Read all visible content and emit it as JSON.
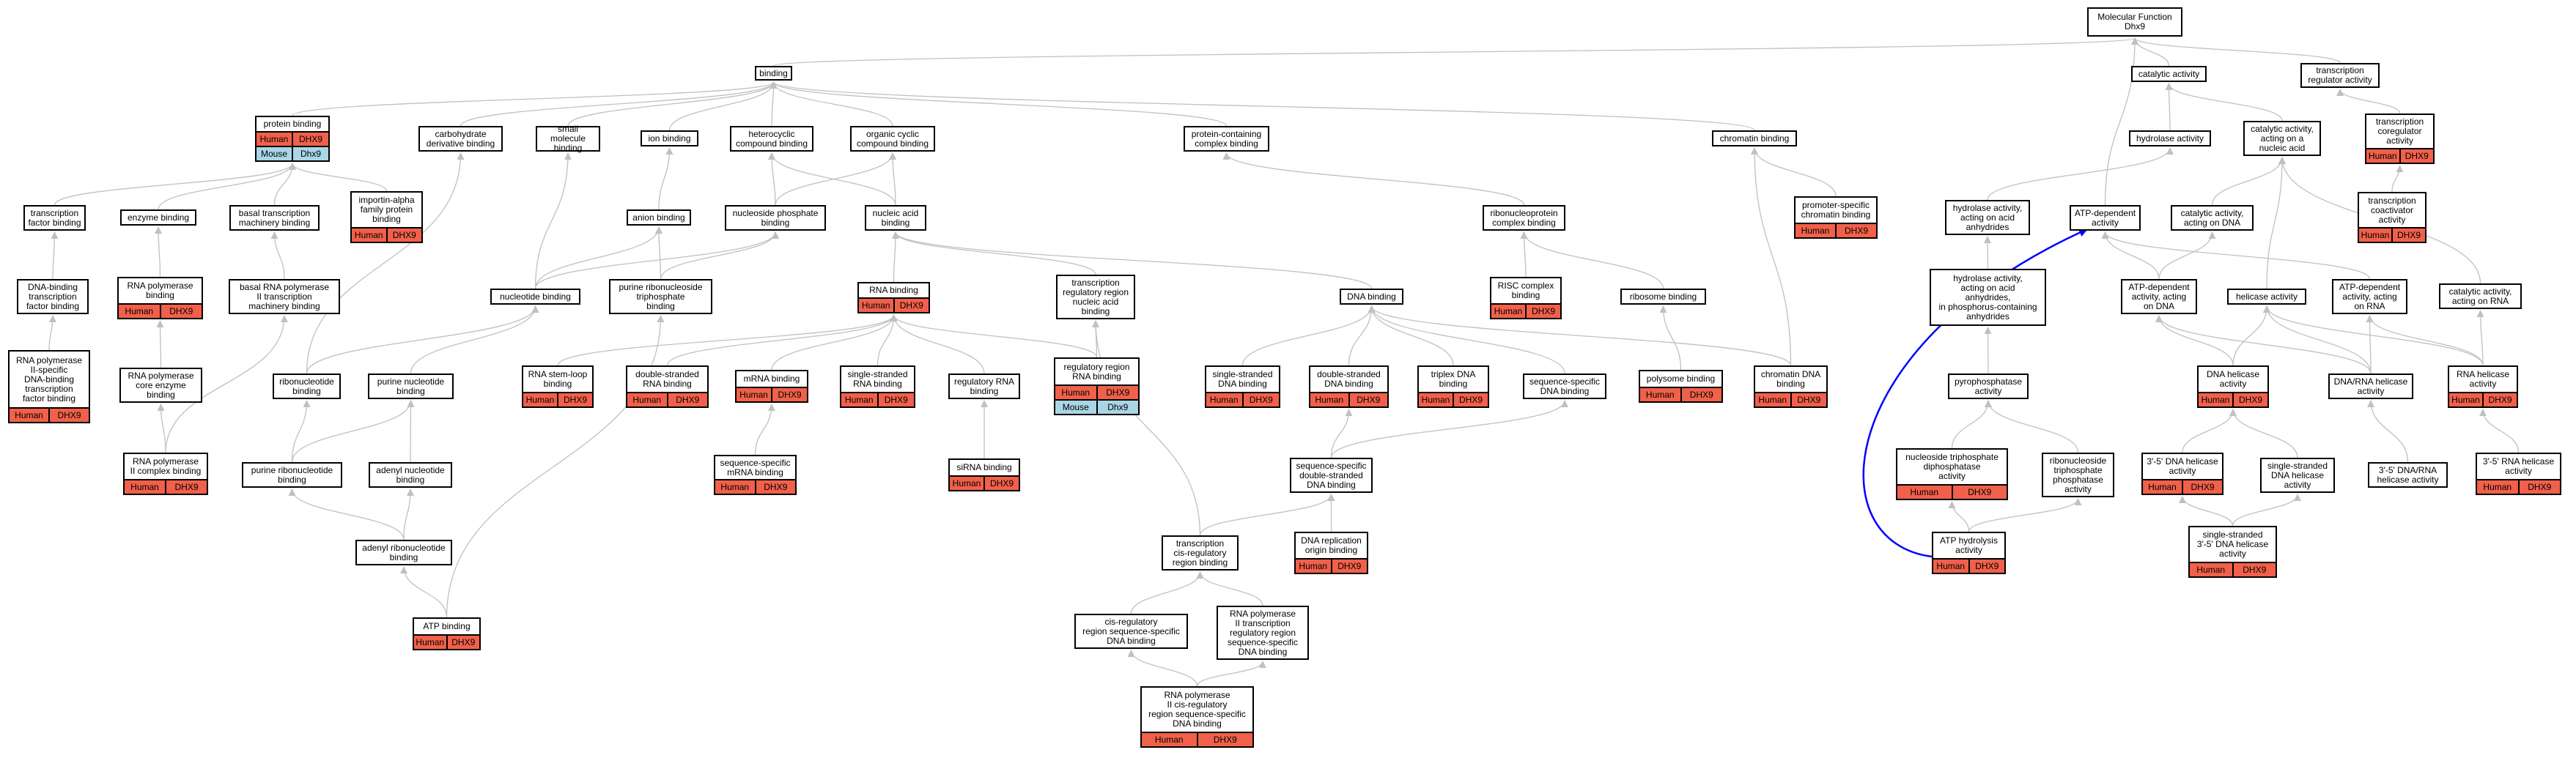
{
  "colors": {
    "human": "#f0604a",
    "mouse": "#a9d6e5",
    "edge": "#c0c0c0",
    "highlight_edge": "#0000ff",
    "border": "#000000"
  },
  "nodes": {
    "mf_root": {
      "label": "Molecular Function\nDhx9"
    },
    "binding": {
      "label": "binding"
    },
    "catalytic_activity": {
      "label": "catalytic activity"
    },
    "transcription_regulator_activity": {
      "label": "transcription\nregulator activity"
    },
    "protein_binding": {
      "label": "protein binding",
      "annotations": [
        [
          "Human",
          "DHX9"
        ],
        [
          "Mouse",
          "Dhx9"
        ]
      ]
    },
    "carbohydrate_derivative_binding": {
      "label": "carbohydrate\nderivative binding"
    },
    "small_molecule_binding": {
      "label": "small molecule\nbinding"
    },
    "ion_binding": {
      "label": "ion binding"
    },
    "heterocyclic_compound_binding": {
      "label": "heterocyclic\ncompound binding"
    },
    "organic_cyclic_compound_binding": {
      "label": "organic cyclic\ncompound binding"
    },
    "protein_containing_complex_binding": {
      "label": "protein-containing\ncomplex binding"
    },
    "chromatin_binding": {
      "label": "chromatin binding"
    },
    "hydrolase_activity": {
      "label": "hydrolase activity"
    },
    "catalytic_activity_on_nucleic_acid": {
      "label": "catalytic activity,\nacting on a\nnucleic acid"
    },
    "transcription_coregulator_activity": {
      "label": "transcription\ncoregulator\nactivity",
      "annotations": [
        [
          "Human",
          "DHX9"
        ]
      ]
    },
    "transcription_factor_binding": {
      "label": "transcription\nfactor binding"
    },
    "enzyme_binding": {
      "label": "enzyme binding"
    },
    "basal_transcription_machinery_binding": {
      "label": "basal transcription\nmachinery binding"
    },
    "importin_alpha_family_protein_binding": {
      "label": "importin-alpha\nfamily protein\nbinding",
      "annotations": [
        [
          "Human",
          "DHX9"
        ]
      ]
    },
    "anion_binding": {
      "label": "anion binding"
    },
    "nucleoside_phosphate_binding": {
      "label": "nucleoside phosphate\nbinding"
    },
    "nucleic_acid_binding": {
      "label": "nucleic acid\nbinding"
    },
    "ribonucleoprotein_complex_binding": {
      "label": "ribonucleoprotein\ncomplex binding"
    },
    "promoter_specific_chromatin_binding": {
      "label": "promoter-specific\nchromatin binding",
      "annotations": [
        [
          "Human",
          "DHX9"
        ]
      ]
    },
    "hydrolase_activity_on_acid_anhydrides": {
      "label": "hydrolase activity,\nacting on acid\nanhydrides"
    },
    "atp_dependent_activity": {
      "label": "ATP-dependent\nactivity"
    },
    "catalytic_activity_on_dna": {
      "label": "catalytic activity,\nacting on DNA"
    },
    "transcription_coactivator_activity": {
      "label": "transcription\ncoactivator\nactivity",
      "annotations": [
        [
          "Human",
          "DHX9"
        ]
      ]
    },
    "dna_binding_tf_binding": {
      "label": "DNA-binding\ntranscription\nfactor binding"
    },
    "rna_polymerase_binding": {
      "label": "RNA polymerase\nbinding",
      "annotations": [
        [
          "Human",
          "DHX9"
        ]
      ]
    },
    "basal_rna_pol_ii_tmb": {
      "label": "basal RNA polymerase\nII transcription\nmachinery binding"
    },
    "nucleotide_binding": {
      "label": "nucleotide binding"
    },
    "purine_ribonucleoside_triphosphate_binding": {
      "label": "purine ribonucleoside\ntriphosphate\nbinding"
    },
    "rna_binding": {
      "label": "RNA binding",
      "annotations": [
        [
          "Human",
          "DHX9"
        ]
      ]
    },
    "transcription_regulatory_region_nucleic_acid_binding": {
      "label": "transcription\nregulatory region\nnucleic acid\nbinding"
    },
    "dna_binding": {
      "label": "DNA binding"
    },
    "risc_complex_binding": {
      "label": "RISC complex\nbinding",
      "annotations": [
        [
          "Human",
          "DHX9"
        ]
      ]
    },
    "ribosome_binding": {
      "label": "ribosome binding"
    },
    "hydrolase_activity_phosphorus_anhydrides": {
      "label": "hydrolase activity,\nacting on acid\nanhydrides,\nin phosphorus-containing\nanhydrides"
    },
    "atp_dependent_activity_on_dna": {
      "label": "ATP-dependent\nactivity, acting\non DNA"
    },
    "helicase_activity": {
      "label": "helicase activity"
    },
    "atp_dependent_activity_on_rna": {
      "label": "ATP-dependent\nactivity, acting\non RNA"
    },
    "catalytic_activity_on_rna": {
      "label": "catalytic activity,\nacting on RNA"
    },
    "rna_pol_ii_specific_dna_binding_tf_binding": {
      "label": "RNA polymerase\nII-specific\nDNA-binding\ntranscription\nfactor binding",
      "annotations": [
        [
          "Human",
          "DHX9"
        ]
      ]
    },
    "rna_polymerase_core_enzyme_binding": {
      "label": "RNA polymerase\ncore enzyme\nbinding"
    },
    "ribonucleotide_binding": {
      "label": "ribonucleotide\nbinding"
    },
    "purine_nucleotide_binding": {
      "label": "purine nucleotide\nbinding"
    },
    "rna_stem_loop_binding": {
      "label": "RNA stem-loop\nbinding",
      "annotations": [
        [
          "Human",
          "DHX9"
        ]
      ]
    },
    "double_stranded_rna_binding": {
      "label": "double-stranded\nRNA binding",
      "annotations": [
        [
          "Human",
          "DHX9"
        ]
      ]
    },
    "mrna_binding": {
      "label": "mRNA binding",
      "annotations": [
        [
          "Human",
          "DHX9"
        ]
      ]
    },
    "single_stranded_rna_binding": {
      "label": "single-stranded\nRNA binding",
      "annotations": [
        [
          "Human",
          "DHX9"
        ]
      ]
    },
    "regulatory_rna_binding": {
      "label": "regulatory RNA\nbinding"
    },
    "regulatory_region_rna_binding": {
      "label": "regulatory region\nRNA binding",
      "annotations": [
        [
          "Human",
          "DHX9"
        ],
        [
          "Mouse",
          "Dhx9"
        ]
      ]
    },
    "single_stranded_dna_binding": {
      "label": "single-stranded\nDNA binding",
      "annotations": [
        [
          "Human",
          "DHX9"
        ]
      ]
    },
    "double_stranded_dna_binding": {
      "label": "double-stranded\nDNA binding",
      "annotations": [
        [
          "Human",
          "DHX9"
        ]
      ]
    },
    "triplex_dna_binding": {
      "label": "triplex DNA\nbinding",
      "annotations": [
        [
          "Human",
          "DHX9"
        ]
      ]
    },
    "sequence_specific_dna_binding": {
      "label": "sequence-specific\nDNA binding"
    },
    "polysome_binding": {
      "label": "polysome binding",
      "annotations": [
        [
          "Human",
          "DHX9"
        ]
      ]
    },
    "chromatin_dna_binding": {
      "label": "chromatin DNA\nbinding",
      "annotations": [
        [
          "Human",
          "DHX9"
        ]
      ]
    },
    "pyrophosphatase_activity": {
      "label": "pyrophosphatase\nactivity"
    },
    "dna_helicase_activity": {
      "label": "DNA helicase\nactivity",
      "annotations": [
        [
          "Human",
          "DHX9"
        ]
      ]
    },
    "dna_rna_helicase_activity": {
      "label": "DNA/RNA helicase\nactivity"
    },
    "rna_helicase_activity": {
      "label": "RNA helicase\nactivity",
      "annotations": [
        [
          "Human",
          "DHX9"
        ]
      ]
    },
    "rna_pol_ii_complex_binding": {
      "label": "RNA polymerase\nII complex binding",
      "annotations": [
        [
          "Human",
          "DHX9"
        ]
      ]
    },
    "purine_ribonucleotide_binding": {
      "label": "purine ribonucleotide\nbinding"
    },
    "adenyl_nucleotide_binding": {
      "label": "adenyl nucleotide\nbinding"
    },
    "sequence_specific_mrna_binding": {
      "label": "sequence-specific\nmRNA binding",
      "annotations": [
        [
          "Human",
          "DHX9"
        ]
      ]
    },
    "sirna_binding": {
      "label": "siRNA binding",
      "annotations": [
        [
          "Human",
          "DHX9"
        ]
      ]
    },
    "sequence_specific_dsdna_binding": {
      "label": "sequence-specific\ndouble-stranded\nDNA binding"
    },
    "nucleoside_triphosphate_diphosphatase_activity": {
      "label": "nucleoside triphosphate\ndiphosphatase\nactivity",
      "annotations": [
        [
          "Human",
          "DHX9"
        ]
      ]
    },
    "ribonucleoside_triphosphate_phosphatase_activity": {
      "label": "ribonucleoside\ntriphosphate\nphosphatase\nactivity"
    },
    "three_five_dna_helicase_activity": {
      "label": "3'-5' DNA helicase\nactivity",
      "annotations": [
        [
          "Human",
          "DHX9"
        ]
      ]
    },
    "single_stranded_dna_helicase_activity": {
      "label": "single-stranded\nDNA helicase\nactivity"
    },
    "three_five_dna_rna_helicase_activity": {
      "label": "3'-5' DNA/RNA\nhelicase activity"
    },
    "three_five_rna_helicase_activity": {
      "label": "3'-5' RNA helicase\nactivity",
      "annotations": [
        [
          "Human",
          "DHX9"
        ]
      ]
    },
    "adenyl_ribonucleotide_binding": {
      "label": "adenyl ribonucleotide\nbinding"
    },
    "dna_replication_origin_binding": {
      "label": "DNA replication\norigin binding",
      "annotations": [
        [
          "Human",
          "DHX9"
        ]
      ]
    },
    "transcription_cis_regulatory_region_binding": {
      "label": "transcription\ncis-regulatory\nregion binding"
    },
    "atp_hydrolysis_activity": {
      "label": "ATP hydrolysis\nactivity",
      "annotations": [
        [
          "Human",
          "DHX9"
        ]
      ]
    },
    "single_stranded_3_5_dna_helicase_activity": {
      "label": "single-stranded\n3'-5' DNA helicase\nactivity",
      "annotations": [
        [
          "Human",
          "DHX9"
        ]
      ]
    },
    "atp_binding": {
      "label": "ATP binding",
      "annotations": [
        [
          "Human",
          "DHX9"
        ]
      ]
    },
    "cis_regulatory_region_sequence_specific_dna_binding": {
      "label": "cis-regulatory\nregion sequence-specific\nDNA binding"
    },
    "rna_pol_ii_transcription_regulatory_region_ssdna_binding": {
      "label": "RNA polymerase\nII transcription\nregulatory region\nsequence-specific\nDNA binding"
    },
    "rna_pol_ii_cis_regulatory_region_ssdna_binding": {
      "label": "RNA polymerase\nII cis-regulatory\nregion sequence-specific\nDNA binding",
      "annotations": [
        [
          "Human",
          "DHX9"
        ]
      ]
    }
  }
}
